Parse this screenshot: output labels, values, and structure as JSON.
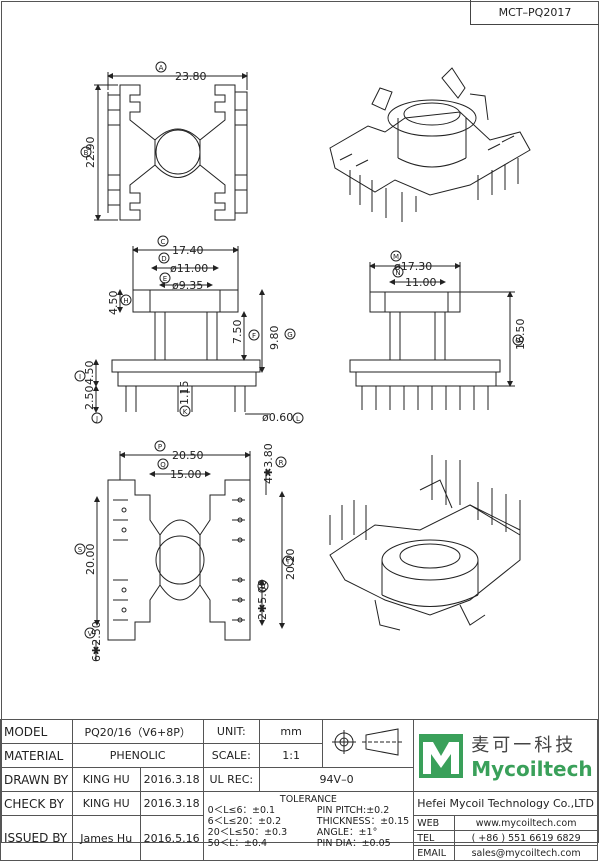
{
  "drawing_no": "MCT–PQ2017",
  "dims": {
    "A": "23.80",
    "B": "22.90",
    "C": "17.40",
    "D": "ø11.00",
    "E": "ø9.35",
    "F": "7.50",
    "G": "9.80",
    "H": "4.50",
    "I": "4.50",
    "J": "2.50",
    "K": "1.15",
    "L": "ø0.60",
    "M": "ø17.30",
    "N": "11.00",
    "O": "16.50",
    "P": "20.50",
    "Q": "15.00",
    "R": "4✱3.80",
    "S": "20.00",
    "T": "20.20",
    "U": "2✱5.00",
    "V": "6✱2.50"
  },
  "letters": {
    "A": "A",
    "B": "B",
    "C": "C",
    "D": "D",
    "E": "E",
    "F": "F",
    "G": "G",
    "H": "H",
    "I": "I",
    "J": "J",
    "K": "K",
    "L": "L",
    "M": "M",
    "N": "N",
    "O": "O",
    "P": "P",
    "Q": "Q",
    "R": "R",
    "S": "S",
    "T": "T",
    "U": "U",
    "V": "V"
  },
  "table": {
    "model_label": "MODEL",
    "model": "PQ20/16（V6+8P）",
    "material_label": "MATERIAL",
    "material": "PHENOLIC",
    "drawn_label": "DRAWN BY",
    "drawn_by": "KING HU",
    "drawn_date": "2016.3.18",
    "check_label": "CHECK BY",
    "check_by": "KING HU",
    "check_date": "2016.3.18",
    "issued_label": "ISSUED BY",
    "issued_by": "James Hu",
    "issued_date": "2016.5.16",
    "unit_label": "UNIT:",
    "unit": "mm",
    "scale_label": "SCALE:",
    "scale": "1:1",
    "ul_label": "UL REC:",
    "ul": "94V–0",
    "tolerance_label": "TOLERANCE",
    "tol_1": "0＜L≤6：±0.1",
    "tol_2": "6＜L≤20：±0.2",
    "tol_3": "20＜L≤50：±0.3",
    "tol_4": "50＜L：±0.4",
    "tol_5": "PIN PITCH:±0.2",
    "tol_6": "THICKNESS：±0.15",
    "tol_7": "ANGLE：±1°",
    "tol_8": "PIN DIA：±0.05",
    "logo_cn": "麦可一科技",
    "logo_en": "Mycoiltech",
    "company": "Hefei Mycoil Technology Co.,LTD",
    "web_label": "WEB",
    "web": "www.mycoiltech.com",
    "tel_label": "TEL",
    "tel": "( +86 ) 551 6619 6829",
    "email_label": "EMAIL",
    "email": "sales@mycoiltech.com"
  },
  "colors": {
    "line": "#222222",
    "logo_green": "#3aa05a"
  }
}
